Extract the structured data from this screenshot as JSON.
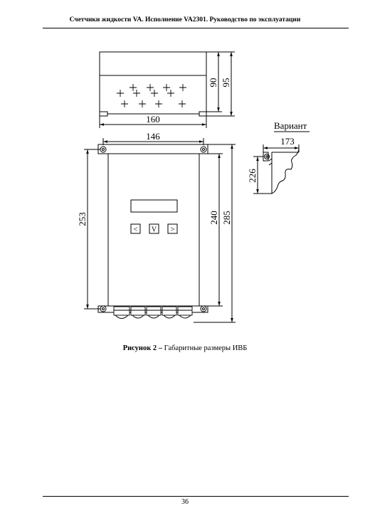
{
  "header": {
    "title": "Счетчики жидкости VA. Исполнение VA2301. Руководство по эксплуатации"
  },
  "drawing": {
    "dims": {
      "top_width": "160",
      "top_h1": "90",
      "top_h2": "95",
      "front_width": "146",
      "front_height_left": "253",
      "front_height_inner": "240",
      "front_height_outer": "285",
      "variant_width": "173",
      "variant_height": "226"
    },
    "variant_label": "Вариант",
    "buttons": [
      "<",
      "V",
      ">"
    ]
  },
  "caption": {
    "label": "Рисунок 2 –",
    "text": " Габаритные размеры ИВБ"
  },
  "page_number": "36"
}
